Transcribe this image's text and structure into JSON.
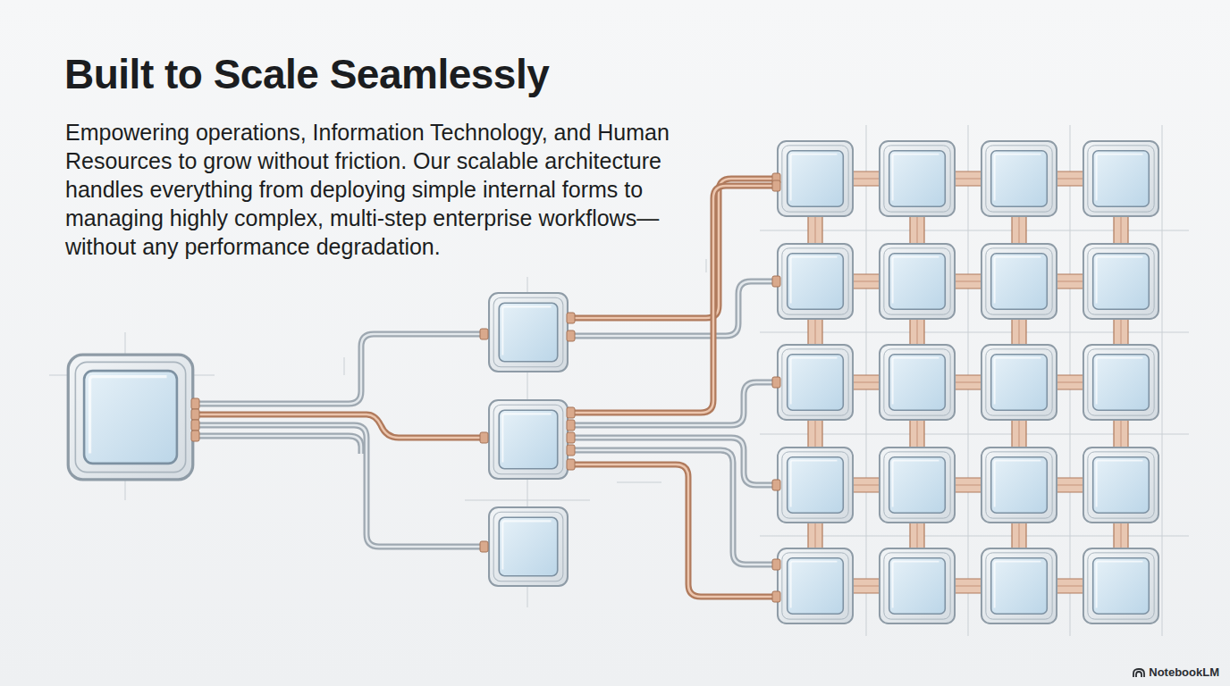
{
  "diagram": {
    "title": "Built to Scale Seamlessly",
    "caption": "Empowering operations, Information Technology, and Human Resources to grow without friction. Our scalable architecture handles everything from deploying simple internal forms to managing highly complex, multi-step enterprise workflows—without any performance degradation.",
    "labels": [
      "NotebookLM"
    ]
  }
}
